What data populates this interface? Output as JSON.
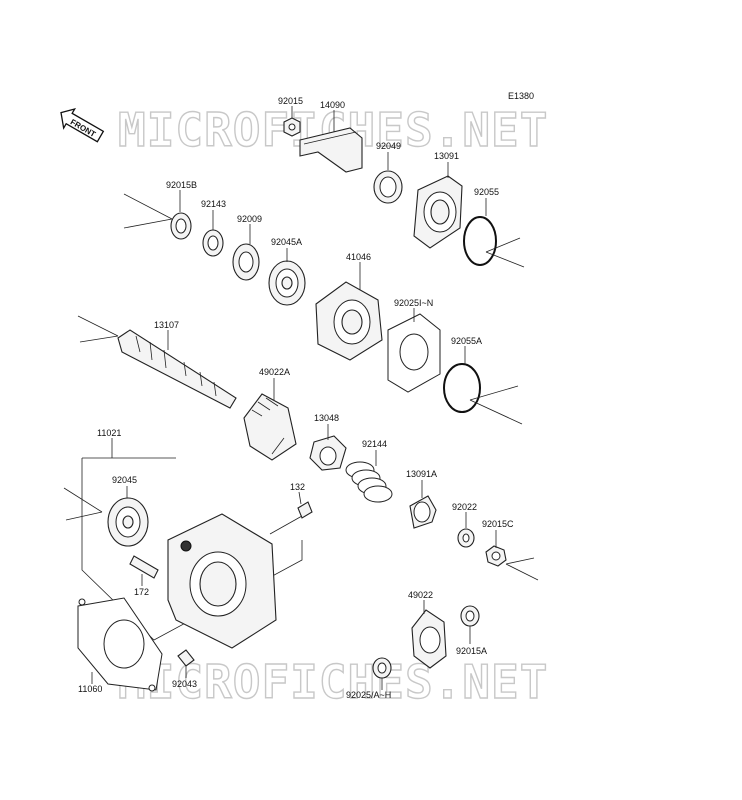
{
  "diagram_code": "E1380",
  "front_label": "FRONT",
  "watermark": "MICROFICHES.NET",
  "parts": [
    {
      "id": "p92015",
      "label": "92015"
    },
    {
      "id": "p14090",
      "label": "14090"
    },
    {
      "id": "p92049",
      "label": "92049"
    },
    {
      "id": "p13091",
      "label": "13091"
    },
    {
      "id": "p92055",
      "label": "92055"
    },
    {
      "id": "p92015B",
      "label": "92015B"
    },
    {
      "id": "p92143",
      "label": "92143"
    },
    {
      "id": "p92009",
      "label": "92009"
    },
    {
      "id": "p92045A",
      "label": "92045A"
    },
    {
      "id": "p41046",
      "label": "41046"
    },
    {
      "id": "p92025IN",
      "label": "92025I~N"
    },
    {
      "id": "p92055A",
      "label": "92055A"
    },
    {
      "id": "p13107",
      "label": "13107"
    },
    {
      "id": "p49022A",
      "label": "49022A"
    },
    {
      "id": "p13048",
      "label": "13048"
    },
    {
      "id": "p92144",
      "label": "92144"
    },
    {
      "id": "p13091A",
      "label": "13091A"
    },
    {
      "id": "p92022",
      "label": "92022"
    },
    {
      "id": "p92015C",
      "label": "92015C"
    },
    {
      "id": "p11021",
      "label": "11021"
    },
    {
      "id": "p92045",
      "label": "92045"
    },
    {
      "id": "p132",
      "label": "132"
    },
    {
      "id": "p172",
      "label": "172"
    },
    {
      "id": "p49022",
      "label": "49022"
    },
    {
      "id": "p92015A",
      "label": "92015A"
    },
    {
      "id": "p11060",
      "label": "11060"
    },
    {
      "id": "p92043",
      "label": "92043"
    },
    {
      "id": "p92025AH",
      "label": "92025/A~H"
    }
  ]
}
